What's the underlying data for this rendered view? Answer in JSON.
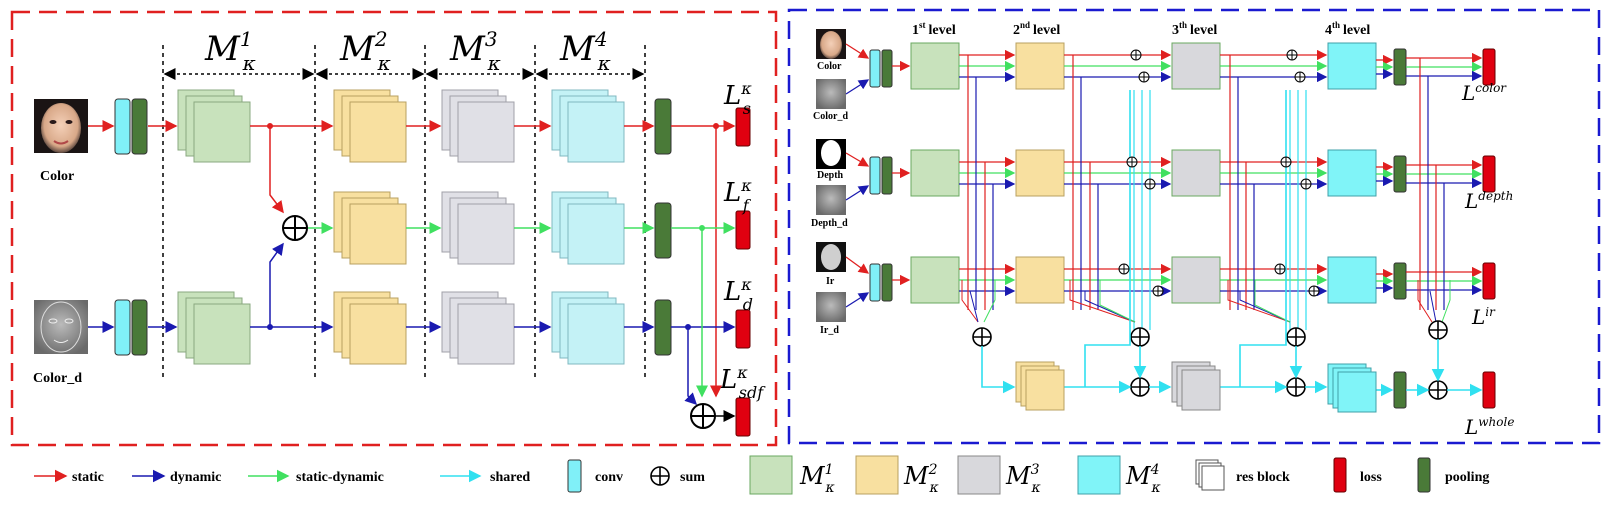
{
  "left_panel": {
    "stage_labels": [
      {
        "base": "M",
        "sup": "1",
        "sub": "κ"
      },
      {
        "base": "M",
        "sup": "2",
        "sub": "κ"
      },
      {
        "base": "M",
        "sup": "3",
        "sub": "κ"
      },
      {
        "base": "M",
        "sup": "4",
        "sub": "κ"
      }
    ],
    "inputs": {
      "color": "Color",
      "color_d": "Color_d"
    },
    "losses": [
      {
        "base": "L",
        "sup": "κ",
        "sub": "s"
      },
      {
        "base": "L",
        "sup": "κ",
        "sub": "f"
      },
      {
        "base": "L",
        "sup": "κ",
        "sub": "d"
      },
      {
        "base": "L",
        "sup": "κ",
        "sub": "sdf"
      }
    ]
  },
  "right_panel": {
    "levels": [
      {
        "num": "1",
        "sup": "st",
        "word": "level"
      },
      {
        "num": "2",
        "sup": "nd",
        "word": "level"
      },
      {
        "num": "3",
        "sup": "th",
        "word": "level"
      },
      {
        "num": "4",
        "sup": "th",
        "word": "level"
      }
    ],
    "inputs": [
      "Color",
      "Color_d",
      "Depth",
      "Depth_d",
      "Ir",
      "Ir_d"
    ],
    "losses": [
      {
        "base": "L",
        "sup": "color"
      },
      {
        "base": "L",
        "sup": "depth"
      },
      {
        "base": "L",
        "sup": "ir"
      },
      {
        "base": "L",
        "sup": "whole"
      }
    ]
  },
  "legend": {
    "static": "static",
    "dynamic": "dynamic",
    "static_dynamic": "static-dynamic",
    "shared": "shared",
    "conv": "conv",
    "sum": "sum",
    "m1": {
      "base": "M",
      "sup": "1",
      "sub": "κ"
    },
    "m2": {
      "base": "M",
      "sup": "2",
      "sub": "κ"
    },
    "m3": {
      "base": "M",
      "sup": "3",
      "sub": "κ"
    },
    "m4": {
      "base": "M",
      "sup": "4",
      "sub": "κ"
    },
    "res_block": "res block",
    "loss": "loss",
    "pooling": "pooling"
  },
  "colors": {
    "static": "#e02020",
    "dynamic": "#1a1ab0",
    "static_dynamic": "#40e060",
    "shared": "#30e0f0",
    "conv": "#80f0f8",
    "pooling": "#4a7a38",
    "loss": "#e00010",
    "m1": "#c8e2bc",
    "m2": "#f8e0a0",
    "m3": "#d8d8dc",
    "m4": "#90f4f8",
    "left_border": "#e02020",
    "right_border": "#1a1ad0"
  }
}
